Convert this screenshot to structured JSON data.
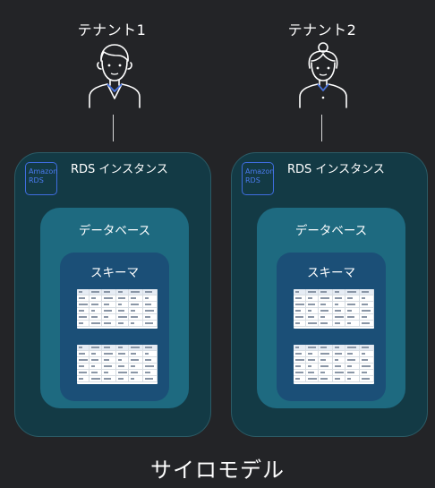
{
  "tenants": [
    {
      "label": "テナント1",
      "avatar": "male-user-icon"
    },
    {
      "label": "テナント2",
      "avatar": "female-user-icon"
    }
  ],
  "rds_instance": {
    "badge_line1": "Amazon",
    "badge_line2": "RDS",
    "label": "RDS インスタンス"
  },
  "database": {
    "label": "データベース"
  },
  "schema": {
    "label": "スキーマ"
  },
  "footer": {
    "title": "サイロモデル"
  },
  "colors": {
    "background": "#232427",
    "rds_box": "#133a45",
    "database_box": "#1e6a80",
    "schema_box": "#1b4f77",
    "badge": "#3f6de0"
  }
}
